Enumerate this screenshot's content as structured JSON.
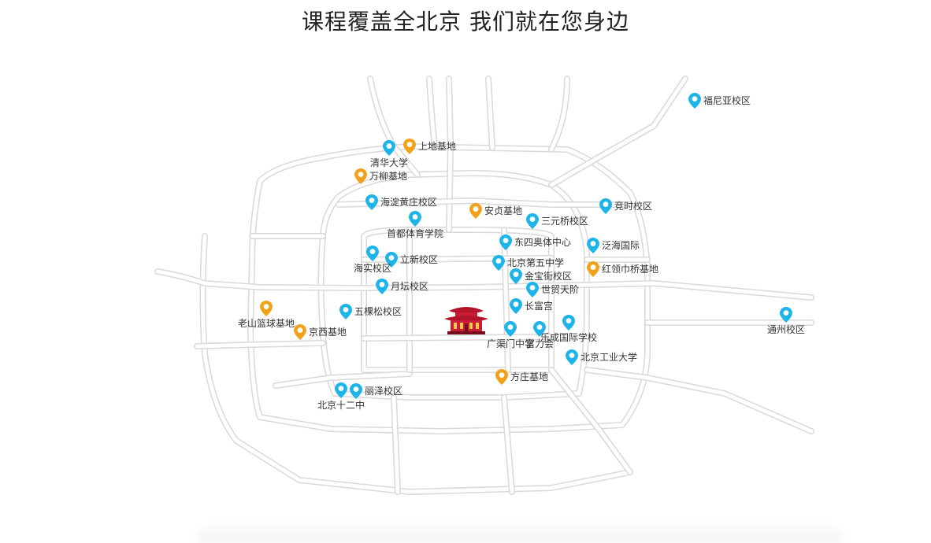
{
  "page": {
    "title": "课程覆盖全北京 我们就在您身边"
  },
  "colors": {
    "school": "#1db4ea",
    "base": "#f2a21a",
    "road": "#d9d9d9",
    "landmark": "#b3142b"
  },
  "icons": {
    "school": "map-pin-icon",
    "base": "map-pin-icon",
    "landmark": "palace-icon"
  },
  "markers": [
    {
      "type": "school",
      "label": "福尼亚校区"
    },
    {
      "type": "base",
      "label": "上地基地"
    },
    {
      "type": "school",
      "label": "清华大学"
    },
    {
      "type": "base",
      "label": "万柳基地"
    },
    {
      "type": "school",
      "label": "海淀黄庄校区"
    },
    {
      "type": "base",
      "label": "安贞基地"
    },
    {
      "type": "school",
      "label": "三元桥校区"
    },
    {
      "type": "school",
      "label": "竞时校区"
    },
    {
      "type": "school",
      "label": "首都体育学院"
    },
    {
      "type": "school",
      "label": "东四奥体中心"
    },
    {
      "type": "school",
      "label": "泛海国际"
    },
    {
      "type": "school",
      "label": "立新校区"
    },
    {
      "type": "school",
      "label": "海实校区"
    },
    {
      "type": "school",
      "label": "北京第五中学"
    },
    {
      "type": "base",
      "label": "红领巾桥基地"
    },
    {
      "type": "school",
      "label": "金宝街校区"
    },
    {
      "type": "school",
      "label": "月坛校区"
    },
    {
      "type": "school",
      "label": "世贸天阶"
    },
    {
      "type": "base",
      "label": "老山篮球基地"
    },
    {
      "type": "school",
      "label": "长富宫"
    },
    {
      "type": "school",
      "label": "五棵松校区"
    },
    {
      "type": "base",
      "label": "京西基地"
    },
    {
      "type": "school",
      "label": "乐成国际学校"
    },
    {
      "type": "school",
      "label": "广渠门中学"
    },
    {
      "type": "school",
      "label": "富力会"
    },
    {
      "type": "school",
      "label": "通州校区"
    },
    {
      "type": "school",
      "label": "北京工业大学"
    },
    {
      "type": "base",
      "label": "方庄基地"
    },
    {
      "type": "school",
      "label": "北京十二中"
    },
    {
      "type": "school",
      "label": "丽泽校区"
    }
  ]
}
